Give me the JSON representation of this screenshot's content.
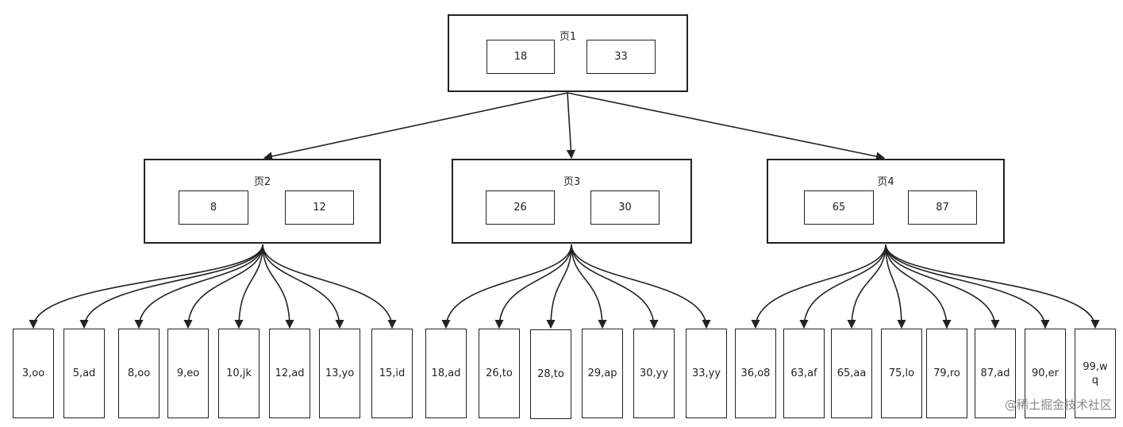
{
  "root": {
    "title": "页1",
    "keys": [
      "18",
      "33"
    ]
  },
  "internal": [
    {
      "title": "页2",
      "keys": [
        "8",
        "12"
      ]
    },
    {
      "title": "页3",
      "keys": [
        "26",
        "30"
      ]
    },
    {
      "title": "页4",
      "keys": [
        "65",
        "87"
      ]
    }
  ],
  "leaves": [
    [
      "3,oo",
      "5,ad",
      "8,oo",
      "9,eo",
      "10,jk",
      "12,ad",
      "13,yo",
      "15,id"
    ],
    [
      "18,ad",
      "26,to",
      "28,to",
      "29,ap",
      "30,yy",
      "33,yy"
    ],
    [
      "36,o8",
      "63,af",
      "65,aa",
      "75,lo",
      "79,ro",
      "87,ad",
      "90,er",
      "99,wq"
    ]
  ],
  "watermark": "@稀土掘金技术社区"
}
